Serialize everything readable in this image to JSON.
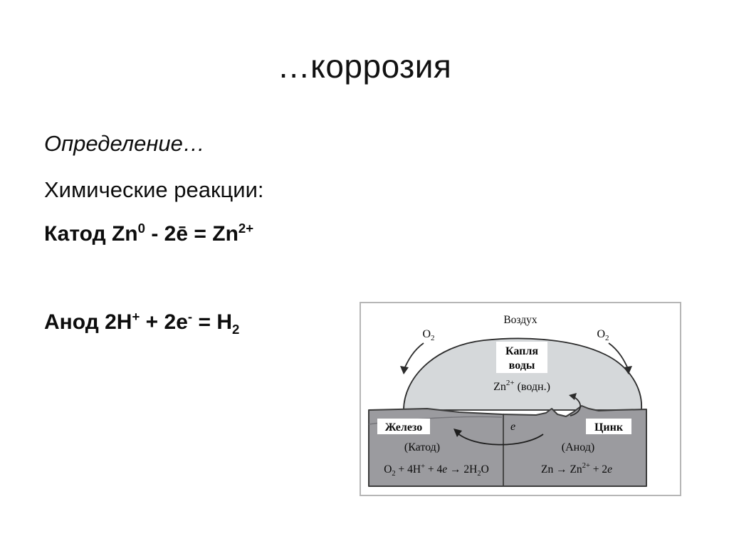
{
  "slide": {
    "title": "…коррозия"
  },
  "body": {
    "definition": "Определение…",
    "reactions_heading": "Химические реакции:",
    "cathode_equation": {
      "label": "Катод",
      "reactant": "Zn",
      "reactant_sup": "0",
      "operator": "-",
      "electrons": "2ē",
      "equals": "=",
      "product": "Zn",
      "product_sup": "2+",
      "plain": "Катод Zn0 - 2ē = Zn2+"
    },
    "anode_equation": {
      "label": "Анод",
      "reactant": "2H",
      "reactant_sup": "+",
      "operator": "+",
      "electrons": "2e",
      "electrons_sup": "-",
      "equals": "=",
      "product": "H",
      "product_sub": "2",
      "plain": "Анод 2H+ + 2e- = H2"
    }
  },
  "diagram": {
    "caption_air": "Воздух",
    "oxygen_left": "O",
    "oxygen_left_sub": "2",
    "oxygen_right": "O",
    "oxygen_right_sub": "2",
    "droplet_label_line1": "Капля",
    "droplet_label_line2": "воды",
    "aqueous_species": "Zn",
    "aqueous_species_sup": "2+",
    "aqueous_state": "(водн.)",
    "left_metal": "Железо",
    "left_role": "(Катод)",
    "left_reaction": {
      "part1": "O",
      "part1_sub": "2",
      "part2": " + 4H",
      "part2_sup": "+",
      "part3": " + 4",
      "part4_italic": "e",
      "arrow": " → 2H",
      "part5_sub": "2",
      "part6": "O",
      "plain": "O2 + 4H+ + 4e → 2H2O"
    },
    "right_metal": "Цинк",
    "right_role": "(Анод)",
    "right_reaction": {
      "part1": "Zn → Zn",
      "part1_sup": "2+",
      "part2": " + 2",
      "part3_italic": "e",
      "plain": "Zn → Zn2+ + 2e"
    },
    "electron_label": "e",
    "colors": {
      "metal_fill": "#9b9b9f",
      "droplet_fill": "#d5d8da",
      "frame_border": "#b6b6b6",
      "metal_border": "#3c3c3c",
      "stroke": "#2b2b2b",
      "background": "#ffffff",
      "text": "#0b0b0b"
    }
  }
}
